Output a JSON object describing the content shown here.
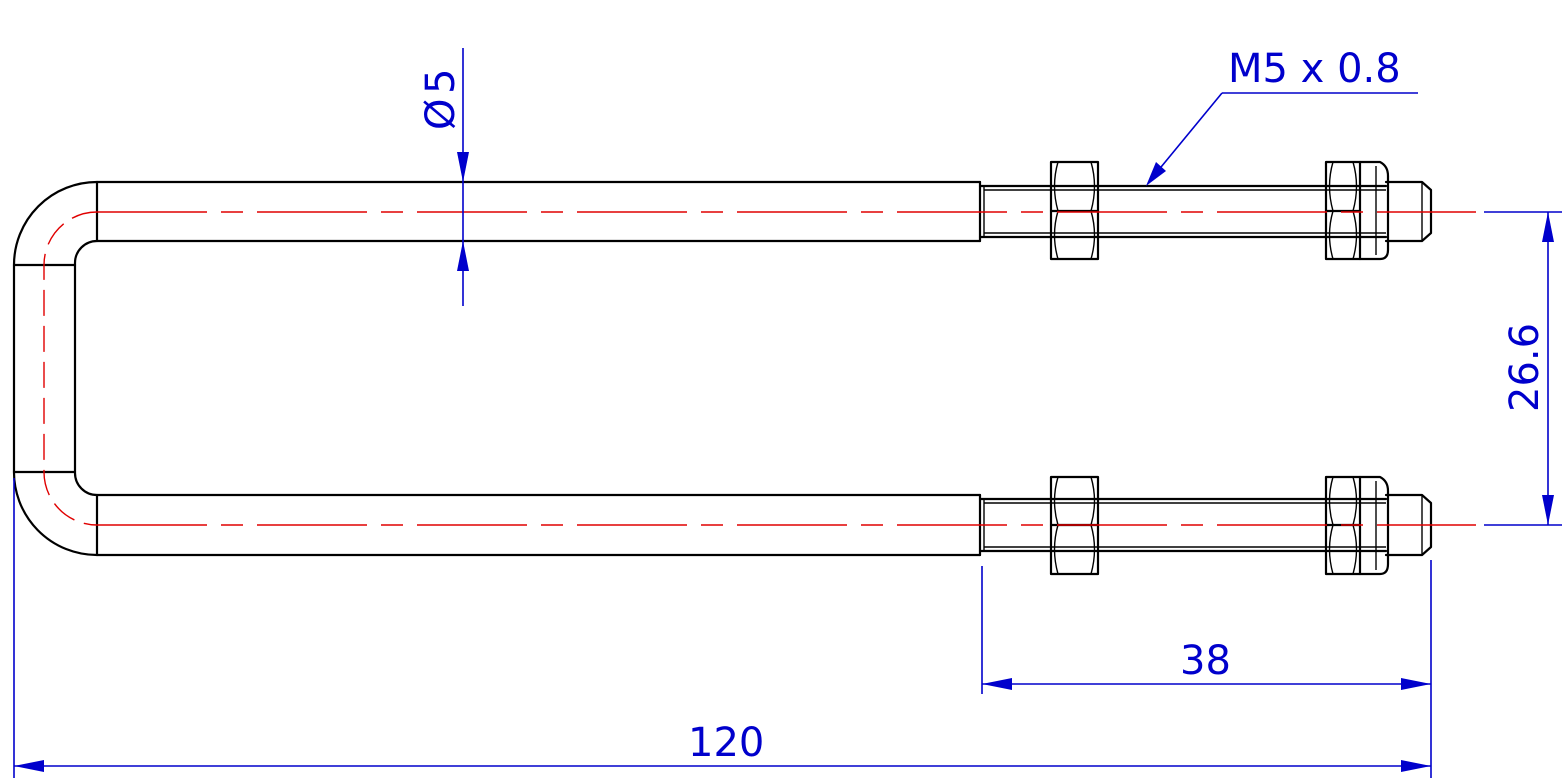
{
  "dimensions": {
    "rod_diameter": {
      "symbol": "Ø",
      "value": "5"
    },
    "thread_callout": "M5 x 0.8",
    "center_spacing": "26.6",
    "thread_length": "38",
    "overall_length": "120"
  },
  "colors": {
    "outline": "#000000",
    "centerline": "#e00000",
    "dimension": "#0000cc"
  }
}
